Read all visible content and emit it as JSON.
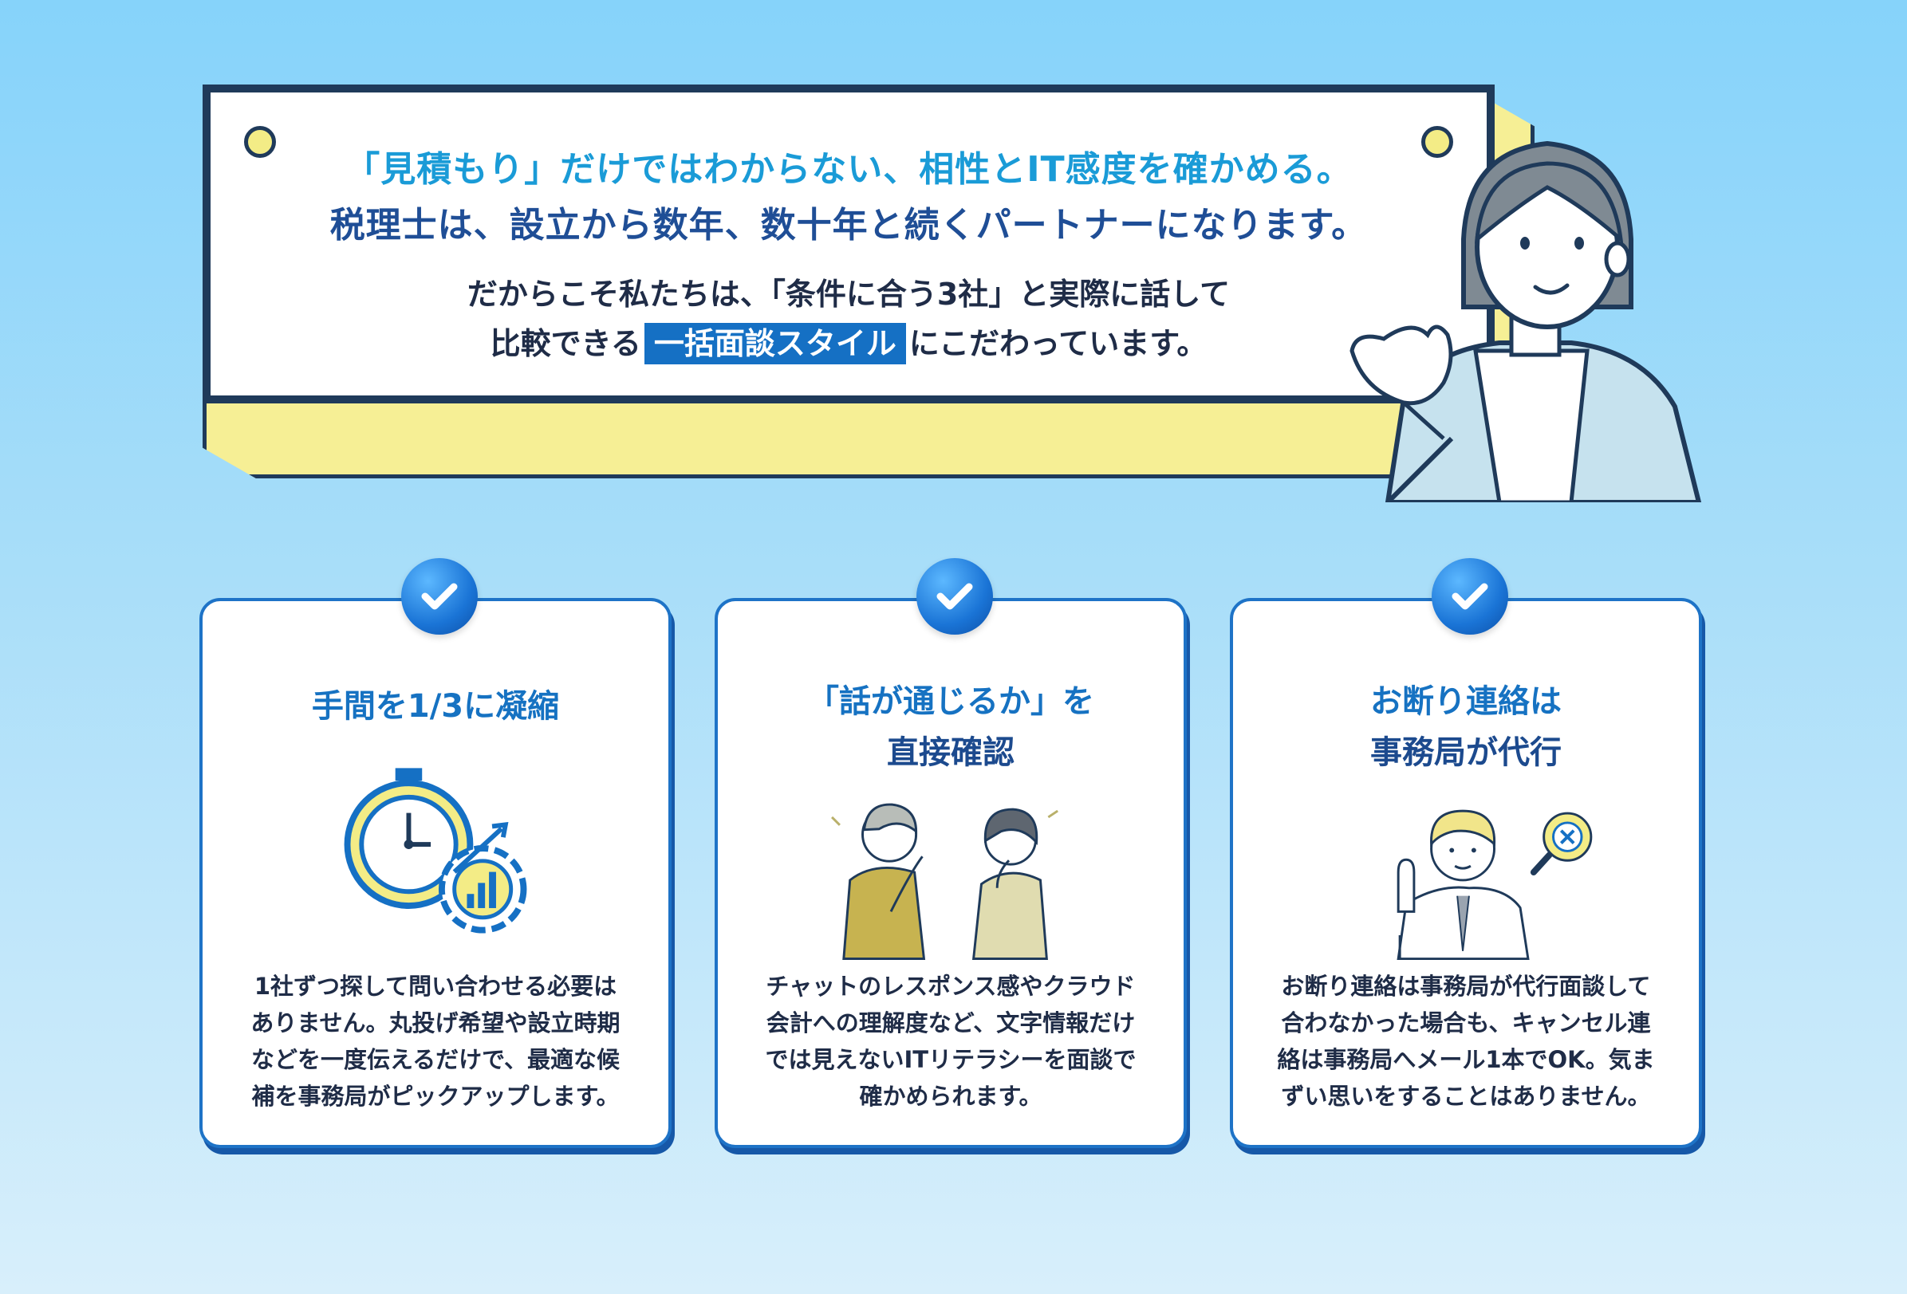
{
  "banner": {
    "line1": "「見積もり」だけではわからない、相性とIT感度を確かめる。",
    "line2": "税理士は、設立から数年、数十年と続くパートナーになります。",
    "line3": "だからこそ私たちは、「条件に合う3社」と実際に話して",
    "line4_pre": "比較できる",
    "line4_highlight": "一括面談スタイル",
    "line4_post": "にこだわっています。"
  },
  "cards": [
    {
      "title_line1": "手間を1/3に凝縮",
      "icon": "stopwatch-gear-chart-icon",
      "body": [
        "1社ずつ探して問い合わせる必要は",
        "ありません。丸投げ希望や設立時期",
        "などを一度伝えるだけで、最適な候",
        "補を事務局がピックアップします。"
      ]
    },
    {
      "title_line1": "「話が通じるか」を",
      "title_line2": "直接確認",
      "icon": "two-people-thinking-icon",
      "body": [
        "チャットのレスポンス感やクラウド",
        "会計への理解度など、文字情報だけ",
        "では見えないITリテラシーを面談で",
        "確かめられます。"
      ]
    },
    {
      "title_line1": "お断り連絡は",
      "title_line2": "事務局が代行",
      "icon": "man-pointing-magnifier-icon",
      "body": [
        "お断り連絡は事務局が代行面談して",
        "合わなかった場合も、キャンセル連",
        "絡は事務局へメール1本でOK。気ま",
        "ずい思いをすることはありません。"
      ]
    }
  ],
  "colors": {
    "accent_blue": "#1a9bd7",
    "dark_blue": "#1f4e96",
    "highlight": "#1570c4",
    "banner_shadow_yellow": "#f6ef95",
    "navy_outline": "#1f3a5a"
  }
}
